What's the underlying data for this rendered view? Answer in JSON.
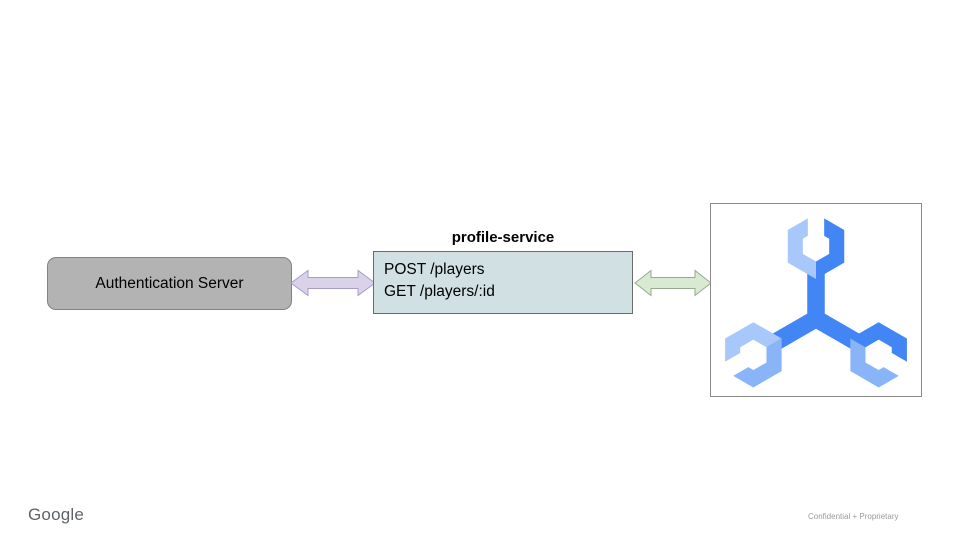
{
  "slide": {
    "service": {
      "title": "profile-service",
      "endpoint_post": "POST /players",
      "endpoint_get": "GET /players/:id"
    },
    "auth_server": {
      "label": "Authentication Server"
    },
    "footer": {
      "brand": "Google",
      "note": "Confidential + Proprietary"
    },
    "colors": {
      "auth_fill": "#b3b3b3",
      "auth_border": "#828282",
      "service_fill": "#d0e0e3",
      "service_border": "#6b6b6b",
      "arrow_auth_fill": "#d9d2e9",
      "arrow_auth_stroke": "#a79cc9",
      "arrow_logo_fill": "#d9ead3",
      "arrow_logo_stroke": "#97a98b",
      "logo_blue_primary": "#4285f4",
      "logo_blue_light": "#8ab4f8",
      "logo_blue_lighter": "#a8c7fa",
      "logo_frame_border": "#8a8a8a"
    }
  }
}
